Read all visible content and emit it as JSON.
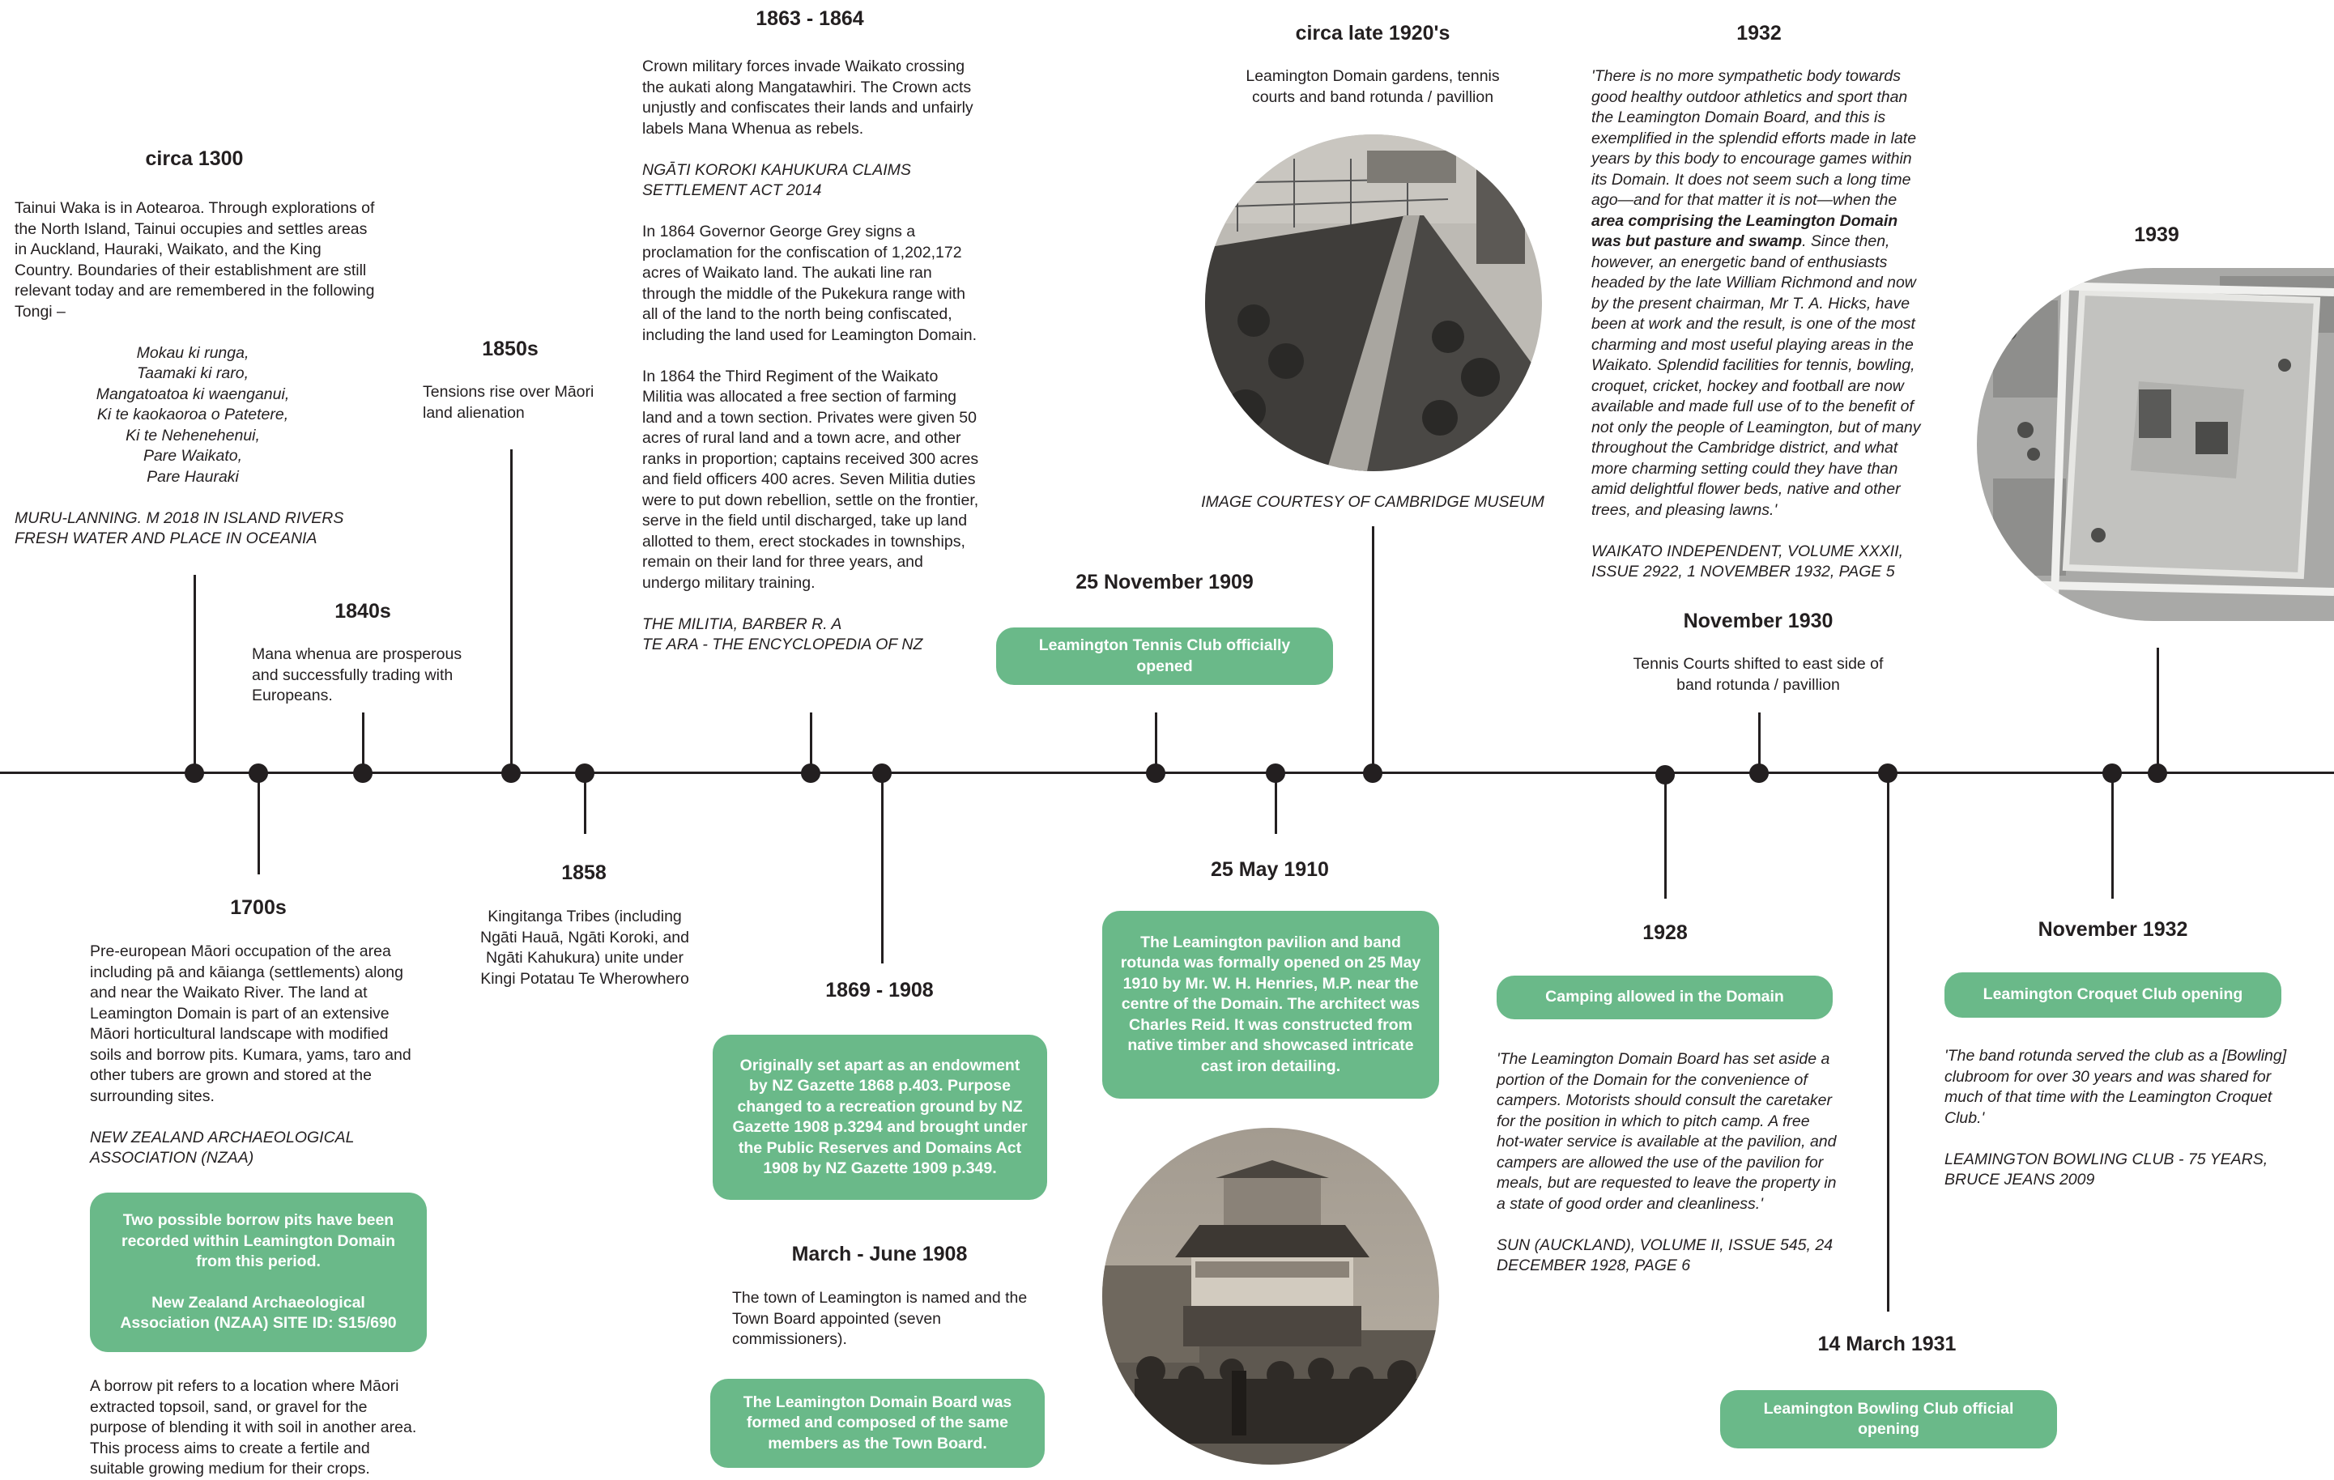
{
  "timeline": {
    "e1300": {
      "year": "circa 1300",
      "text": "Tainui Waka is in Aotearoa. Through explorations of the North Island, Tainui occupies and settles areas in Auckland, Hauraki, Waikato, and the King Country. Boundaries of their establishment are still relevant today and are remembered in the following Tongi –",
      "tongi": [
        "Mokau ki runga,",
        "Taamaki ki raro,",
        "Mangatoatoa ki waenganui,",
        "Ki te kaokaoroa o Patetere,",
        "Ki te Nehenehenui,",
        "Pare Waikato,",
        "Pare Hauraki"
      ],
      "source": "MURU-LANNING. M 2018 IN ISLAND RIVERS FRESH WATER AND PLACE IN OCEANIA"
    },
    "e1700": {
      "year": "1700s",
      "text": "Pre-european Māori occupation of the area including pā and kāianga (settlements) along and near the Waikato River. The land at Leamington Domain is part of an extensive Māori horticultural landscape with modified soils and borrow pits. Kumara, yams, taro and other tubers are grown and stored at the surrounding sites.",
      "source": "NEW ZEALAND ARCHAEOLOGICAL ASSOCIATION (NZAA)",
      "pill1": "Two possible borrow pits have been recorded within Leamington Domain from this period.",
      "pill2": "New Zealand Archaeological Association (NZAA)  SITE ID: S15/690",
      "note": "A borrow pit refers to a location where Māori extracted topsoil, sand, or gravel for the purpose of blending it with soil in another area. This process aims to create a fertile and suitable growing medium for their crops."
    },
    "e1840": {
      "year": "1840s",
      "text": "Mana whenua are prosperous and successfully trading with Europeans."
    },
    "e1850": {
      "year": "1850s",
      "text": "Tensions rise over Māori land alienation"
    },
    "e1858": {
      "year": "1858",
      "text": "Kingitanga Tribes (including Ngāti Hauā, Ngāti Koroki, and Ngāti Kahukura) unite under Kingi Potatau Te Wherowhero"
    },
    "e1863": {
      "year": "1863 - 1864",
      "p1": "Crown military forces invade Waikato crossing the aukati along Mangatawhiri. The Crown acts unjustly and confiscates their lands and unfairly labels Mana Whenua as rebels.",
      "s1": "NGĀTI KOROKI KAHUKURA CLAIMS SETTLEMENT ACT 2014",
      "p2": "In 1864 Governor George Grey signs a proclamation for the confiscation of 1,202,172 acres of Waikato land. The aukati line ran through the middle of the Pukekura range with all of the land to the north being confiscated, including the land used for Leamington Domain.",
      "p3": "In 1864 the Third Regiment of the Waikato Militia was allocated a free section of farming land and a town section. Privates were given 50 acres of rural land and a town acre, and other ranks in proportion; captains received 300 acres and field officers 400 acres. Seven Militia duties were to put down rebellion, settle on the frontier, serve in the field until discharged, take up land allotted to them, erect stockades in townships, remain on their land for three years, and undergo military training.",
      "s2a": "THE MILITIA, BARBER R. A",
      "s2b": "TE ARA - THE ENCYCLOPEDIA OF NZ"
    },
    "e1869": {
      "year": "1869 - 1908",
      "pill": "Originally set apart as an endowment by NZ Gazette 1868 p.403. Purpose changed to a recreation ground by NZ Gazette 1908 p.3294 and brought under the Public Reserves and Domains Act 1908 by NZ Gazette 1909 p.349."
    },
    "e1908": {
      "year": "March - June 1908",
      "text": "The town of Leamington is named and the Town Board appointed (seven commissioners).",
      "pill": "The Leamington Domain Board was formed and composed of the same members as the Town Board."
    },
    "e1909": {
      "year": "25 November 1909",
      "pill": "Leamington Tennis Club officially opened"
    },
    "e1910": {
      "year": "25 May 1910",
      "pill": "The Leamington pavilion and band rotunda was formally opened on 25 May 1910 by Mr. W. H. Henries, M.P. near the centre of the Domain. The architect was Charles Reid. It was constructed from native timber and showcased intricate cast iron detailing."
    },
    "e1920": {
      "year": "circa late 1920's",
      "text": "Leamington Domain gardens, tennis courts and band rotunda / pavillion",
      "credit": "IMAGE COURTESY OF CAMBRIDGE MUSEUM"
    },
    "e1928": {
      "year": "1928",
      "pill": "Camping allowed in the Domain",
      "quote": "'The Leamington Domain Board has set aside a portion of the Domain for the convenience of campers. Motorists should consult the caretaker for the position in which to pitch camp. A free hot-water service is available at the pavilion, and campers are allowed the use of the pavilion for meals, but are requested to leave the property in a state of good order and cleanliness.'",
      "source": "SUN (AUCKLAND), VOLUME II, ISSUE 545, 24 DECEMBER 1928, PAGE 6"
    },
    "e1930": {
      "year": "November 1930",
      "text": "Tennis Courts shifted to east side of band rotunda / pavillion"
    },
    "e1931": {
      "year": "14 March 1931",
      "pill": "Leamington Bowling Club official opening"
    },
    "e1932": {
      "year": "1932",
      "quote_a": "'There is no more sympathetic body towards good healthy outdoor athletics and sport than the Leamington Domain Board, and this is exemplified in the splendid efforts made in late years by this body to encourage games within its Domain. It does not seem such a long time ago—and for that matter it is not—when the ",
      "quote_b": "area comprising the Leamington Domain was but pasture and swamp",
      "quote_c": ". Since then, however, an energetic band of enthusiasts headed by the late William Richmond and now by the present chairman, Mr T. A. Hicks, have been at work and the result, is one of the most charming and most useful playing areas in the Waikato. Splendid facilities for tennis, bowling, croquet, cricket, hockey and football are now available and made full use of to the benefit of not only the people of Leamington, but of many throughout the Cambridge district, and what more charming setting could they have than amid delightful flower beds, native and other trees, and pleasing lawns.'",
      "source": "WAIKATO INDEPENDENT, VOLUME XXXII, ISSUE 2922, 1 NOVEMBER 1932, PAGE 5"
    },
    "e1932n": {
      "year": "November 1932",
      "pill": "Leamington Croquet Club opening",
      "quote": "'The band rotunda served the club as a [Bowling] clubroom for over 30 years and was shared for much of that time with the Leamington Croquet Club.'",
      "source": "LEAMINGTON BOWLING CLUB - 75 YEARS, BRUCE JEANS 2009"
    },
    "e1939": {
      "year": "1939"
    }
  },
  "colors": {
    "accent": "#6ab989",
    "line": "#231f20"
  },
  "images": [
    "garden-photo",
    "rotunda-photo",
    "aerial-photo"
  ]
}
